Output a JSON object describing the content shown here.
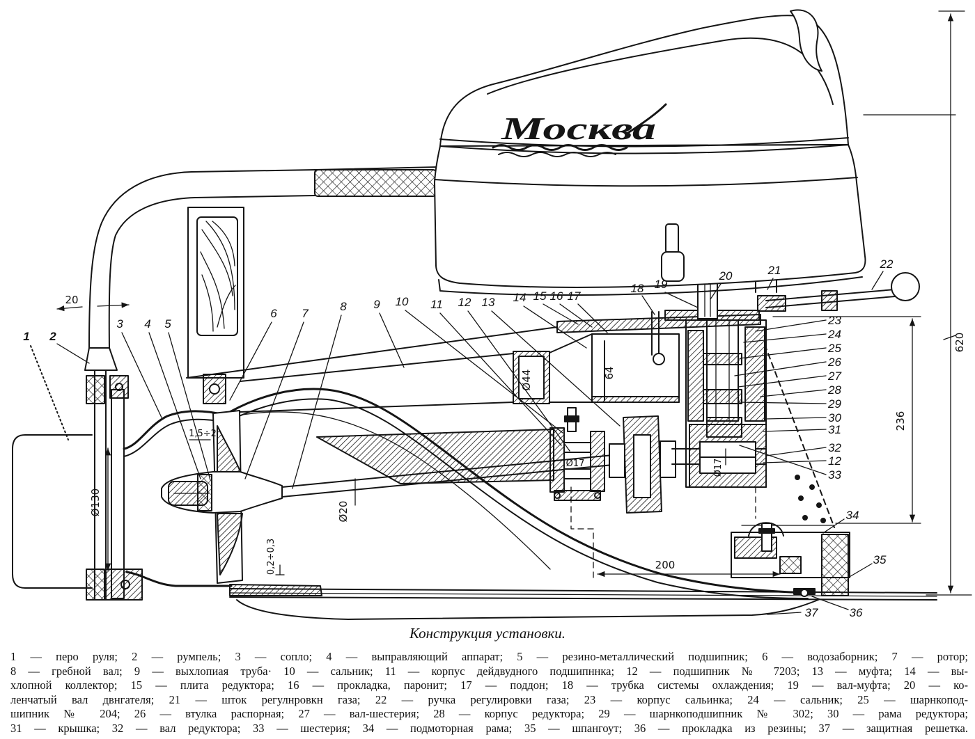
{
  "drawing": {
    "logo": "Москва",
    "callouts": [
      "1",
      "2",
      "3",
      "4",
      "5",
      "6",
      "7",
      "8",
      "9",
      "10",
      "11",
      "12",
      "13",
      "14",
      "15",
      "16",
      "17",
      "18",
      "19",
      "20",
      "21",
      "22",
      "23",
      "24",
      "25",
      "26",
      "27",
      "28",
      "29",
      "30",
      "31",
      "32",
      "33",
      "34",
      "35",
      "36",
      "37",
      "12"
    ],
    "dimensions": {
      "total_height": "620",
      "mount_height": "236",
      "intake_length": "200",
      "nozzle_diameter": "Ø130",
      "tiller_offset": "20",
      "bearing_gap": "1,5÷2",
      "rotor_gap": "0,2÷0,3",
      "shaft_diameter": "Ø20",
      "exhaust_diameter": "Ø44",
      "collector_size": "64",
      "shaft_diameter_2": "Ø17",
      "gear_shaft_diameter": "Ø17"
    }
  },
  "caption": {
    "title": "Конструкция установки.",
    "legend_lines": [
      "1 — перо руля; 2 — румпель; 3 — сопло; 4 — выправляющий аппарат; 5 — резино-металлический подшипник; 6 — водозаборник; 7 — ротор;",
      "8 — гребной вал; 9 — выхлопиая труба· 10 — сальник; 11 — корпус дейдвудного подшипннка; 12 — подшипник № 7203; 13 — муфта; 14 — вы-",
      "хлопной коллектор; 15 — плита редуктора; 16 — прокладка, паронит; 17 — поддон; 18 — трубка системы охлаждения; 19 — вал-муфта; 20 — ко-",
      "ленчатый вал двнгателя; 21 — шток регулнровкн газа; 22 — ручка регулировки газа; 23 — корпус сальинка; 24 — сальник; 25 — шарнкопод-",
      "шипник № 204; 26 — втулка распорная; 27 — вал-шестерия; 28 — корпус редуктора; 29 — шарнкоподшипник № 302; 30 — рама редуктора;",
      "31 — крышка; 32 — вал редуктора; 33 — шестерия; 34 — подмоторная рама; 35 — шпангоут; 36 — прокладка из резины; 37 — защитная решетка."
    ]
  }
}
